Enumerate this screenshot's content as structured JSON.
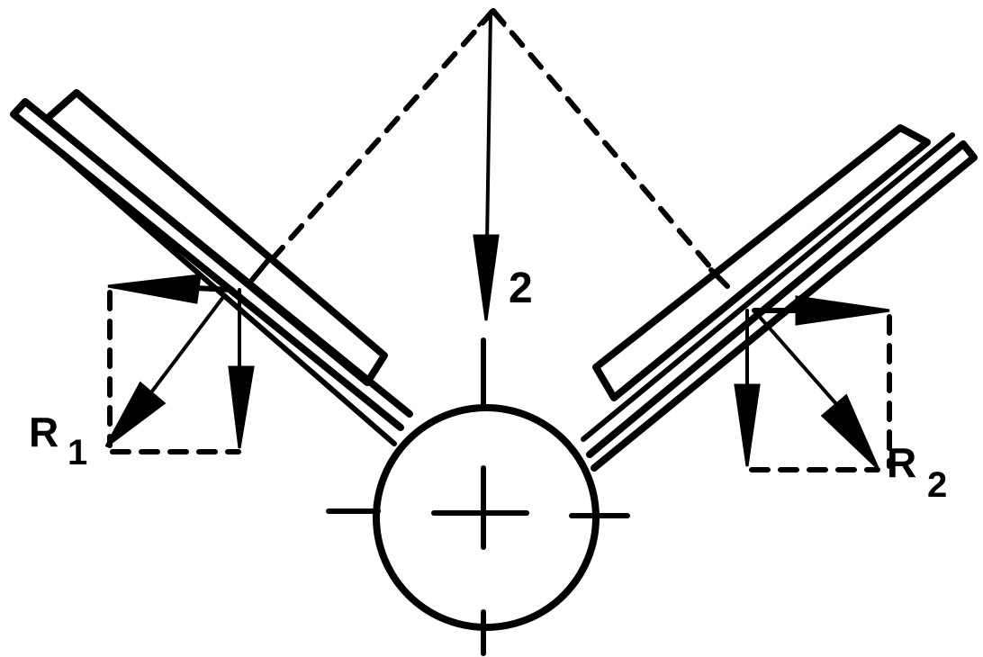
{
  "labels": {
    "force_center": "2",
    "reaction_left_main": "R",
    "reaction_left_sub": "1",
    "reaction_right_main": "R",
    "reaction_right_sub": "2"
  },
  "colors": {
    "ink": "#000000",
    "background": "#ffffff"
  }
}
